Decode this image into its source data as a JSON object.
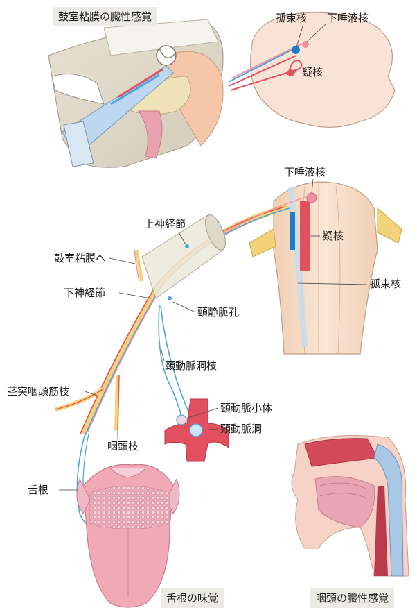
{
  "titles": {
    "ear": "鼓室粘膜の臓性感覚",
    "tongue": "舌根の味覚",
    "pharynx": "咽頭の臓性感覚"
  },
  "labels": {
    "solitary_top": "孤束核",
    "salivatory_top": "下唾液核",
    "ambiguus_top": "疑核",
    "salivatory": "下唾液核",
    "ambiguus": "疑核",
    "solitary": "孤束核",
    "superior_ganglion": "上神経節",
    "tympanic_branch": "鼓室粘膜へ",
    "inferior_ganglion": "下神経節",
    "jugular_foramen": "頸静脈孔",
    "carotid_sinus_branch": "頸動脈洞枝",
    "stylopharyngeal_branch": "茎突咽頭筋枝",
    "pharyngeal_branch": "咽頭枝",
    "carotid_body": "頸動脈小体",
    "carotid_sinus": "頸動脈洞",
    "tongue_root": "舌根"
  },
  "colors": {
    "motor_red": "#e2505f",
    "sensory_blue": "#4aa3dc",
    "parasym_pink": "#ef8fa0",
    "nerve_yellow": "#f4d27a",
    "tissue_pink": "#f2c7bf",
    "brainstem": "#f6dcc4"
  }
}
